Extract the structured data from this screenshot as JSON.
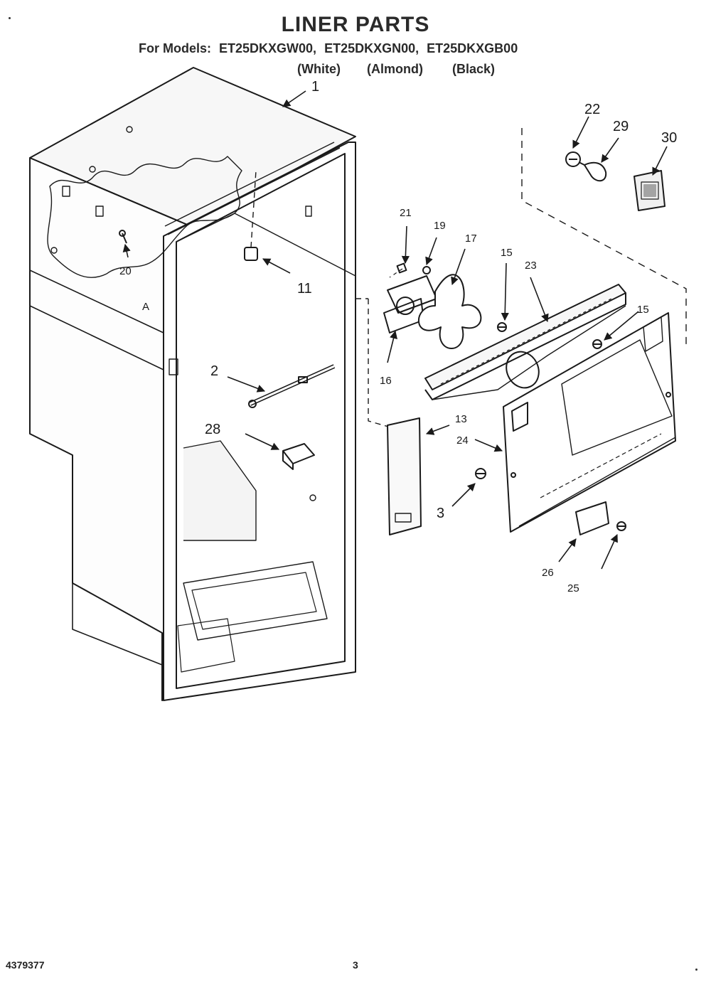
{
  "header": {
    "title": "LINER PARTS",
    "for_models_label": "For Models:",
    "models": [
      "ET25DKXGW00,",
      "ET25DKXGN00,",
      "ET25DKXGB00"
    ],
    "colors": [
      "(White)",
      "(Almond)",
      "(Black)"
    ]
  },
  "footer": {
    "doc_number": "4379377",
    "page_number": "3"
  },
  "callouts": {
    "c1": "1",
    "c2": "2",
    "c3": "3",
    "c11": "11",
    "c13": "13",
    "c15a": "15",
    "c15b": "15",
    "c16": "16",
    "c17": "17",
    "c19": "19",
    "c20": "20",
    "c21": "21",
    "c22": "22",
    "c23": "23",
    "c24": "24",
    "c25": "25",
    "c26": "26",
    "c28": "28",
    "c29": "29",
    "c30": "30",
    "cA": "A"
  }
}
